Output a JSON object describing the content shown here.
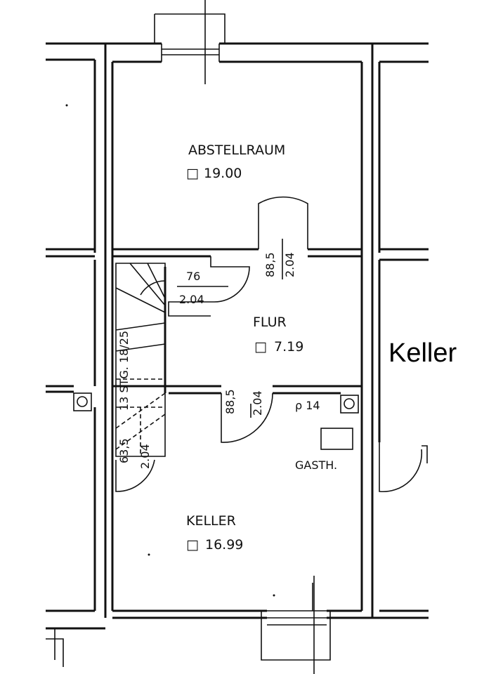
{
  "caption": "Keller",
  "rooms": [
    {
      "name": "ABSTELLRAUM",
      "area": "19.00"
    },
    {
      "name": "FLUR",
      "area": "7.19"
    },
    {
      "name": "KELLER",
      "area": "16.99"
    }
  ],
  "doors": [
    {
      "width": "88,5",
      "height": "2.04"
    },
    {
      "width": "76",
      "height": "2.04"
    },
    {
      "width": "88,5",
      "height": "2.04"
    },
    {
      "width": "63,5",
      "height": "2.04"
    }
  ],
  "stair": {
    "label": "13 STG. 18/25"
  },
  "fixtures": {
    "gas_label": "GASTH.",
    "chimney_label": "ρ 14"
  },
  "area_symbol": "□"
}
